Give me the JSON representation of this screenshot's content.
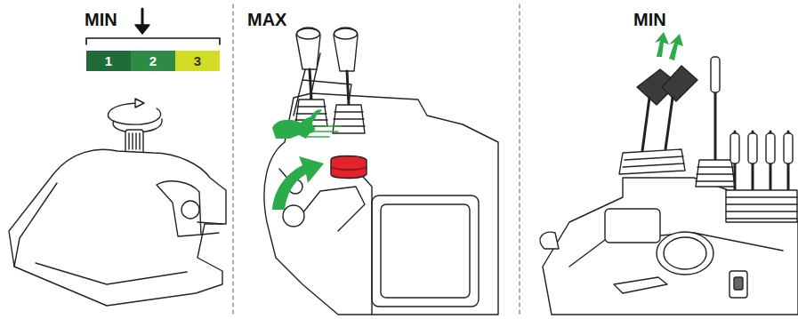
{
  "diagram": {
    "nodes": [
      {
        "text": [
          "1"
        ]
      },
      {
        "text": [
          "2"
        ]
      },
      {
        "text": [
          "3"
        ]
      }
    ],
    "labels": [
      "MIN",
      "MAX",
      "MIN"
    ]
  }
}
